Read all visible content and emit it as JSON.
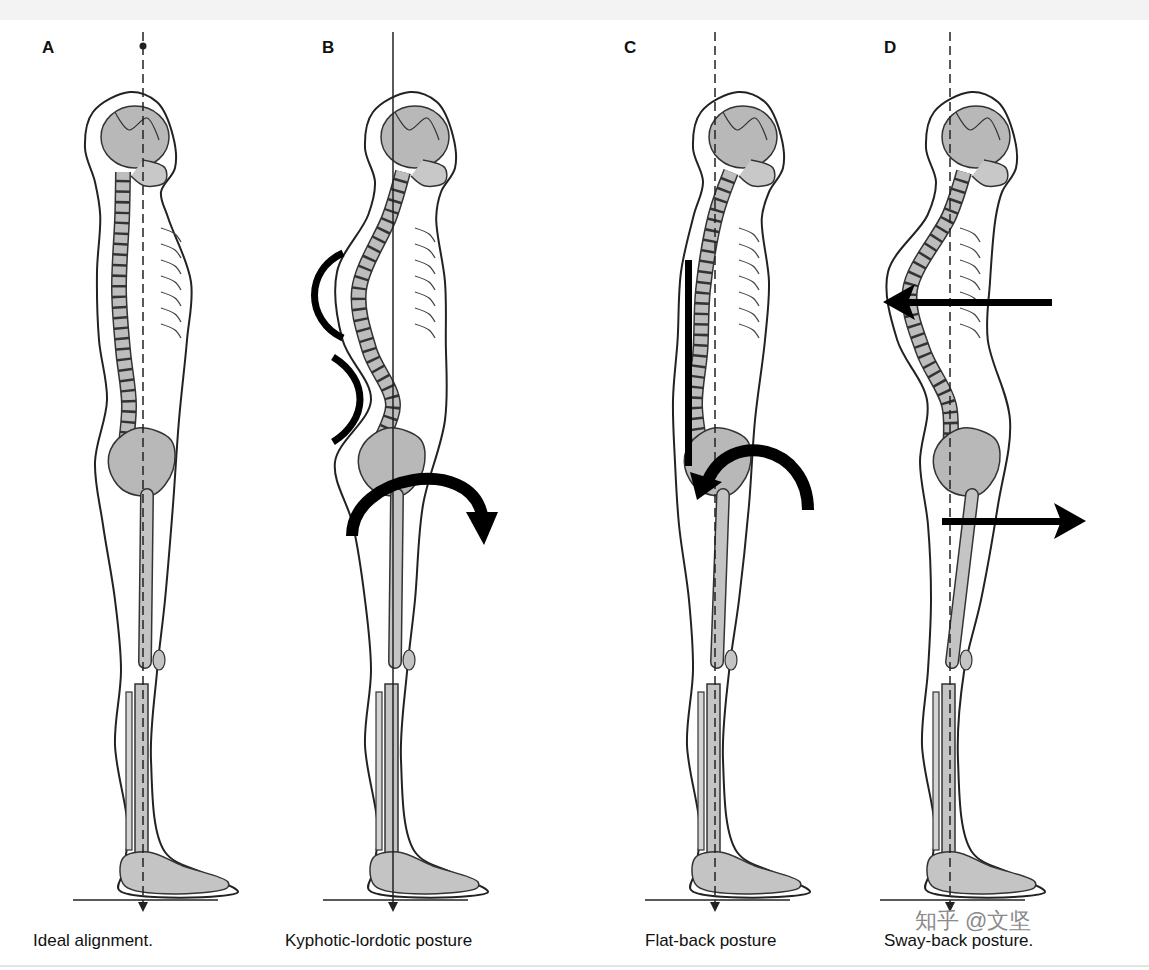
{
  "diagram": {
    "labels": [
      "A",
      "B",
      "C",
      "D",
      "Ideal alignment.",
      "Kyphotic-lordotic posture",
      "Flat-back posture",
      "Sway-back posture.",
      "知乎 @文坚"
    ]
  }
}
